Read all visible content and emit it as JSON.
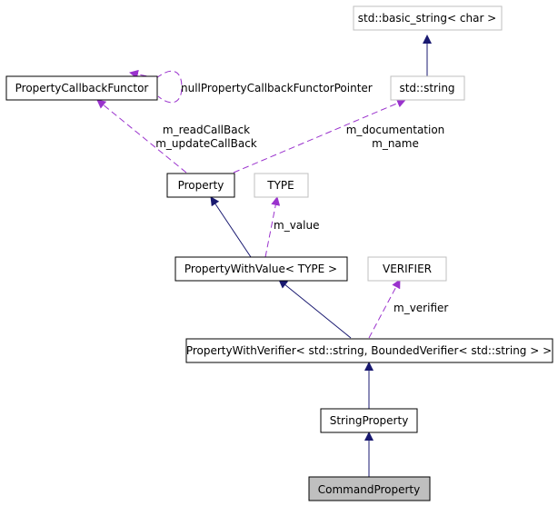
{
  "colors": {
    "inheritance_edge": "#191970",
    "usage_edge": "#9a32cd",
    "node_border": "#000000",
    "external_node_border": "#bfbfbf",
    "highlighted_node_fill": "#bfbfbf"
  },
  "nodes": {
    "basic_string": "std::basic_string< char >",
    "std_string": "std::string",
    "callback_functor": "PropertyCallbackFunctor",
    "property": "Property",
    "type": "TYPE",
    "property_with_value": "PropertyWithValue< TYPE >",
    "verifier": "VERIFIER",
    "property_with_verifier": "PropertyWithVerifier< std::string, BoundedVerifier< std::string > >",
    "string_property": "StringProperty",
    "command_property": "CommandProperty"
  },
  "edge_labels": {
    "null_pointer": "nullPropertyCallbackFunctorPointer",
    "read_callback": "m_readCallBack",
    "update_callback": "m_updateCallBack",
    "documentation": "m_documentation",
    "name": "m_name",
    "value": "m_value",
    "verifier": "m_verifier"
  }
}
